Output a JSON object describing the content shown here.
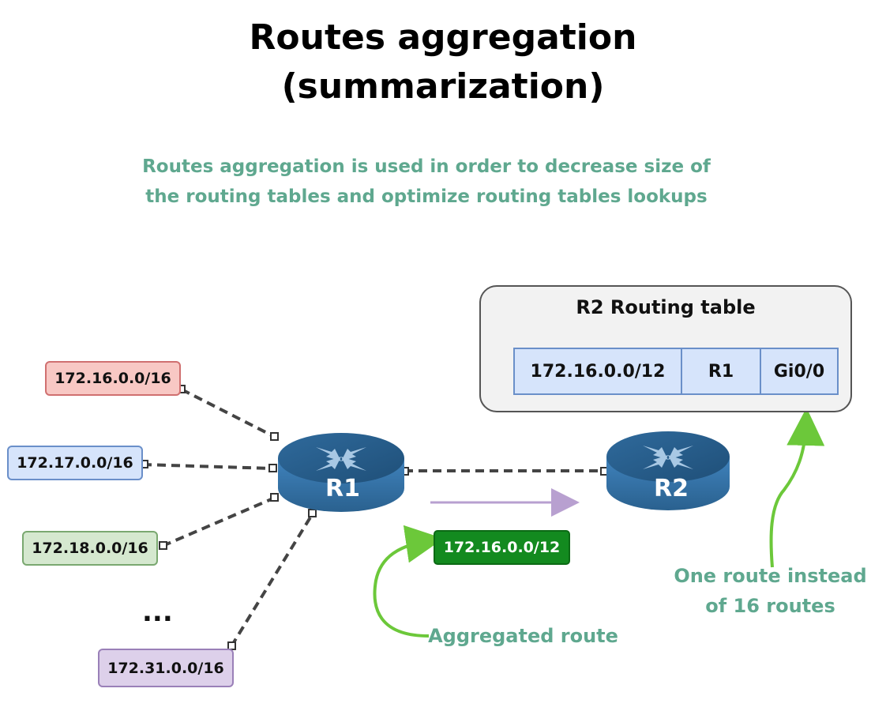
{
  "title_line1": "Routes aggregation",
  "title_line2": "(summarization)",
  "subtitle": "Routes aggregation is used in order to decrease size of the routing tables and optimize routing tables lookups",
  "networks": [
    {
      "label": "172.16.0.0/16",
      "color": "#f8c8c4",
      "border": "#d07070"
    },
    {
      "label": "172.17.0.0/16",
      "color": "#d6e4fb",
      "border": "#6a8fc9"
    },
    {
      "label": "172.18.0.0/16",
      "color": "#d5e8cf",
      "border": "#7aa870"
    },
    {
      "label": "172.31.0.0/16",
      "color": "#ddd0ea",
      "border": "#9a80b8"
    }
  ],
  "ellipsis": "...",
  "routers": [
    {
      "label": "R1"
    },
    {
      "label": "R2"
    }
  ],
  "routing_table": {
    "title": "R2 Routing table",
    "row": [
      "172.16.0.0/12",
      "R1",
      "Gi0/0"
    ]
  },
  "aggregated_prefix": "172.16.0.0/12",
  "aggregated_note": "Aggregated route",
  "one_route_note_line1": "One route instead",
  "one_route_note_line2": "of 16 routes",
  "colors": {
    "note_text": "#5fa88f",
    "arrow_green": "#6cc83a",
    "flow_arrow": "#b8a0d0",
    "router_top": "#2b5f8c",
    "router_side": "#3d7eb5",
    "aggregated_box": "#138a1f"
  }
}
